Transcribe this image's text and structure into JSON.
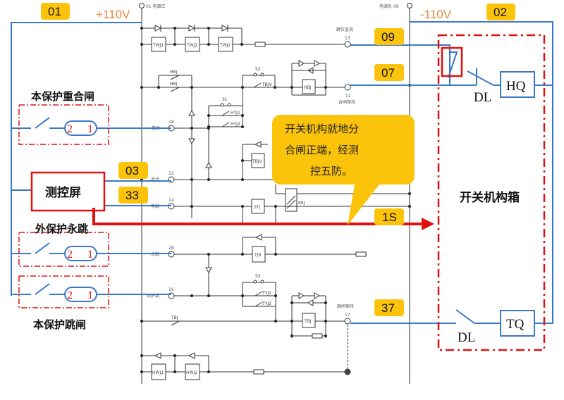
{
  "diagram": {
    "title": "开关机构就地分合闸正端经测控五防 二次回路示意图",
    "bus": {
      "positive_label": "+110V",
      "negative_label": "-110V",
      "positive_bus_name": "01 电源正",
      "negative_bus_name": "电源负 09"
    },
    "wire_tags": [
      {
        "id": "01",
        "label": "01"
      },
      {
        "id": "02",
        "label": "02"
      },
      {
        "id": "09",
        "label": "09"
      },
      {
        "id": "07",
        "label": "07"
      },
      {
        "id": "03",
        "label": "03"
      },
      {
        "id": "33",
        "label": "33"
      },
      {
        "id": "1S",
        "label": "1S"
      },
      {
        "id": "37",
        "label": "37"
      }
    ],
    "left_blocks": {
      "reclose_label": "本保护重合闸",
      "external_trip_label": "外保护永跳",
      "own_trip_label": "本保护跳闸",
      "control_panel_label": "测控屏",
      "pin_2": "2",
      "pin_1": "1"
    },
    "terminals": [
      {
        "num": "13",
        "label": "跳位监视"
      },
      {
        "num": "11",
        "label": "合闸保持"
      },
      {
        "num": "18",
        "label": "重合"
      },
      {
        "num": "12",
        "label": "手合"
      },
      {
        "num": "14",
        "label": "手跳"
      },
      {
        "num": "28",
        "label": "永跳"
      },
      {
        "num": "16",
        "label": "保护跳"
      },
      {
        "num": "17",
        "label": "跳闸保持"
      }
    ],
    "components": {
      "twj1": "TWJ1",
      "twj2": "TWJ2",
      "twj3": "TWJ2",
      "hbj_a": "HBJ",
      "hbj_b": "HBJ",
      "hbj_coil": "HBJ",
      "s1": "S1",
      "s2": "S2",
      "s3": "S3",
      "tbjv": "TBJV",
      "tbjv_coil": "TBJV",
      "hyj1": "HYJ1",
      "hyj2": "HYJ2",
      "stj": "STJ",
      "kkj": "KKJ",
      "tjr": "TJR",
      "tyj1": "TYJ1",
      "tyj2": "TYJ2",
      "tbj_contact": "TBJ",
      "tbj_coil": "TBJ",
      "hwj1": "HWJ1",
      "hwj2": "HWJ2"
    },
    "mechanism_box": {
      "title": "开关机构箱",
      "close_coil": "HQ",
      "trip_coil": "TQ",
      "dl_close": "DL",
      "dl_trip": "DL"
    },
    "callout": {
      "lines": [
        "开关机构就地分",
        "合闸正端，经测",
        "控五防。"
      ]
    },
    "colors": {
      "wire_blue": "#3a78c9",
      "red_highlight": "#e01010",
      "tag_yellow": "#fcc30b",
      "callout_fill": "#fcc30b",
      "voltage_orange": "#e8873a",
      "schematic_line": "#333333"
    }
  }
}
